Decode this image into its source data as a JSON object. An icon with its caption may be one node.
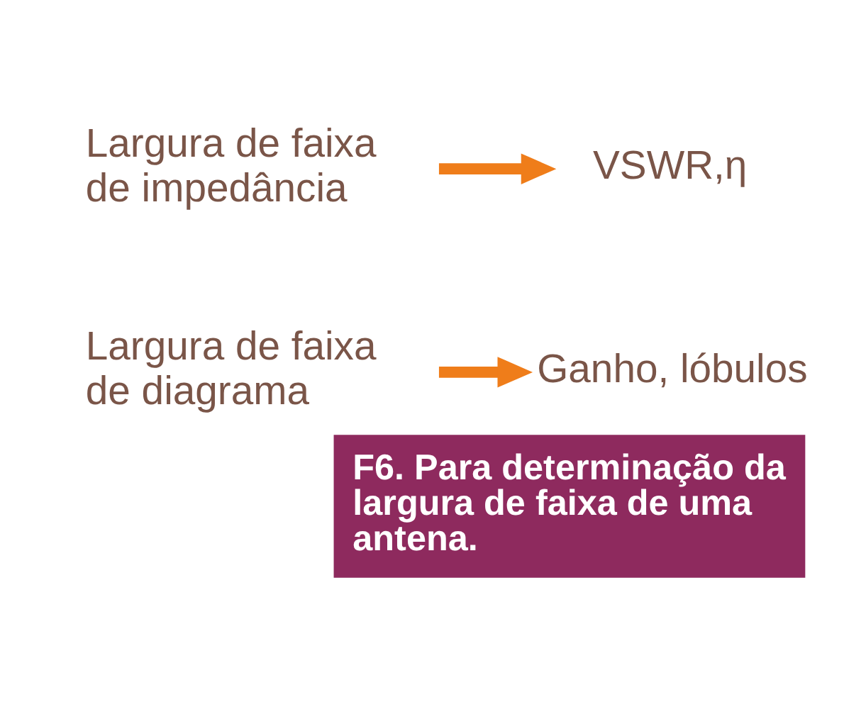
{
  "diagram": {
    "caption": "F6. Para determinação da largura de faixa de uma antena.",
    "nodes": [
      {
        "text": [
          "Largura de faixa de impedância"
        ]
      },
      {
        "text": [
          "VSWR,η"
        ]
      },
      {
        "text": [
          "Largura de faixa de diagrama"
        ]
      },
      {
        "text": [
          "Ganho, lóbulos"
        ]
      }
    ],
    "edges": [
      {
        "from": 0,
        "to": 1,
        "arrow": "to"
      },
      {
        "from": 2,
        "to": 3,
        "arrow": "to"
      }
    ]
  }
}
